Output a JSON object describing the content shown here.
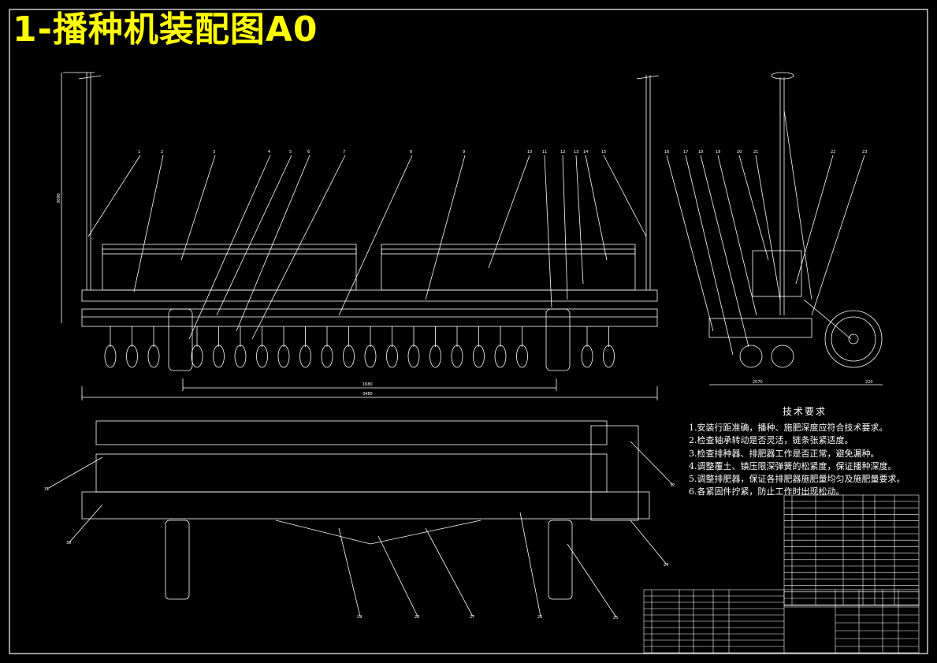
{
  "title": "1-播种机装配图A0",
  "tech_requirements": {
    "heading": "技术要求",
    "items": [
      "1.安装行距准确，播种、施肥深度应符合技术要求。",
      "2.检查轴承转动是否灵活，链条张紧适度。",
      "3.检查排种器、排肥器工作是否正常，避免漏种。",
      "4.调整覆土、镇压限深弹簧的松紧度，保证播种深度。",
      "5.调整排肥器，保证各排肥器施肥量均匀及施肥量要求。",
      "6.各紧固件拧紧，防止工作时出现松动。"
    ]
  },
  "balloons_top": [
    "1",
    "2",
    "3",
    "4",
    "5",
    "6",
    "7",
    "8",
    "9",
    "10",
    "11",
    "12",
    "13",
    "14",
    "15"
  ],
  "balloons_side": [
    "16",
    "17",
    "18",
    "19",
    "20",
    "21",
    "22",
    "23"
  ],
  "balloons_plan": [
    "24",
    "25",
    "26",
    "27",
    "28",
    "29",
    "30",
    "31",
    "32"
  ],
  "dimensions": {
    "overall": "3480",
    "track": "1680",
    "side_left": "2070",
    "side_right": "220",
    "height": "3090"
  },
  "colors": {
    "background": "#000000",
    "lines": "#ffffff",
    "title": "#ffff00"
  }
}
